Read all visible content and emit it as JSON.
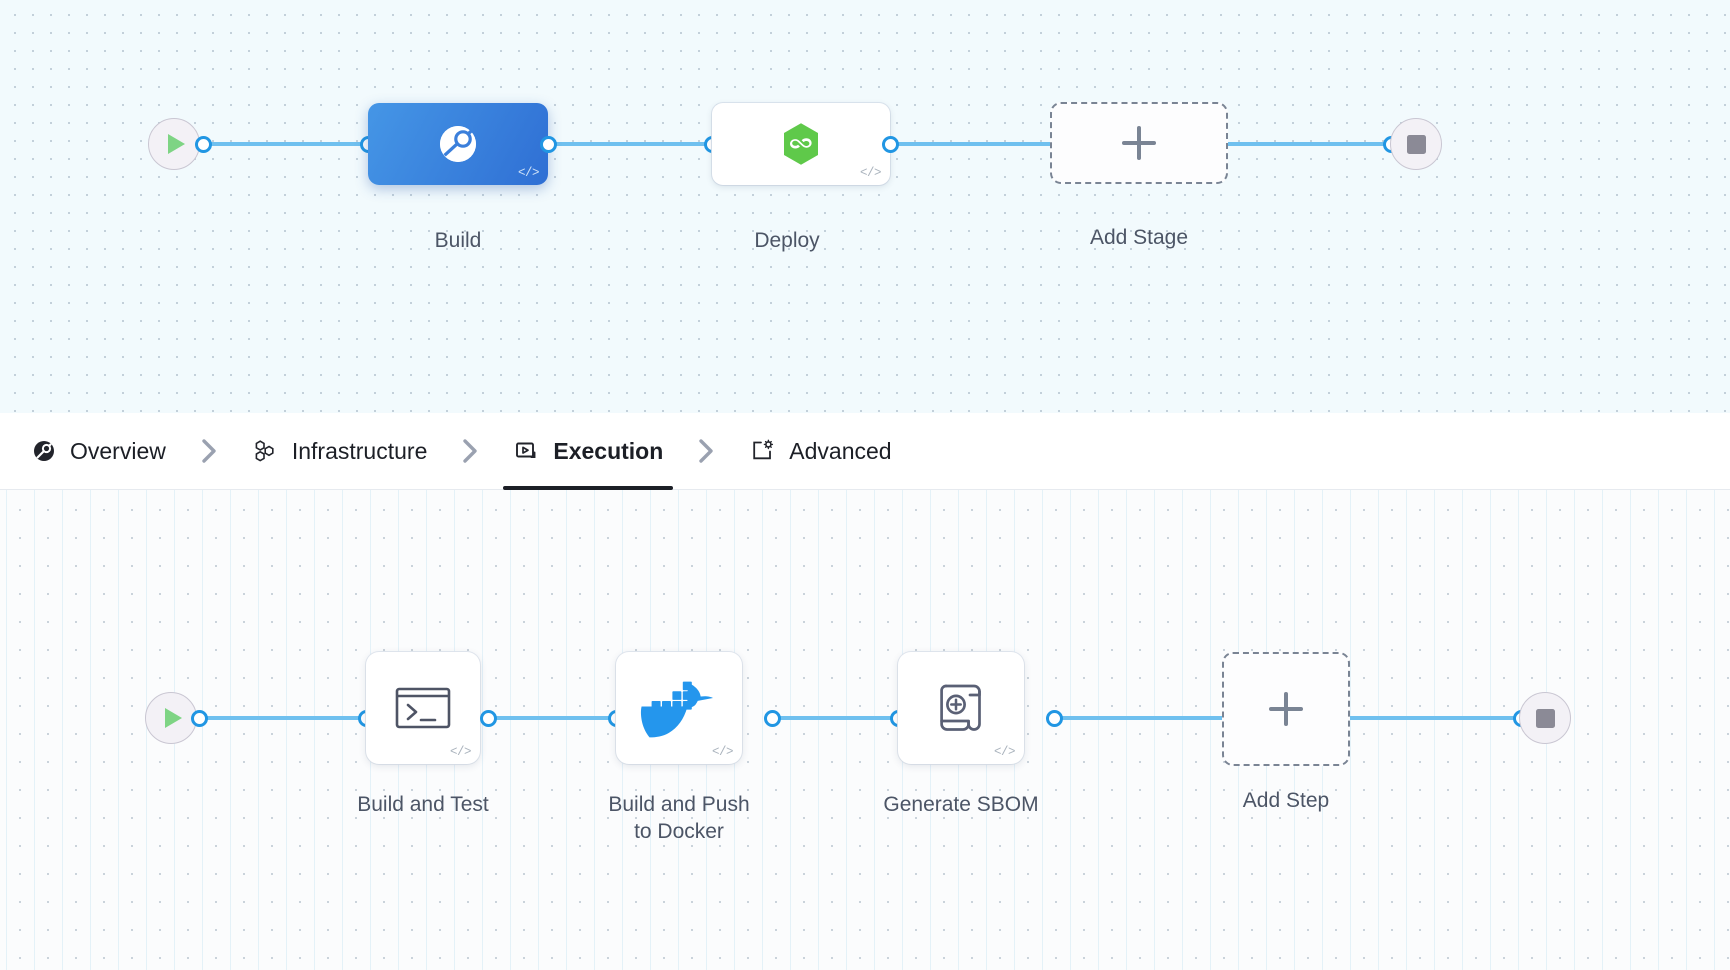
{
  "stage_graph": {
    "start_node": {
      "icon": "play-icon",
      "name": "pipeline-start"
    },
    "end_node": {
      "icon": "stop-icon",
      "name": "pipeline-end"
    },
    "stages": [
      {
        "label": "Build",
        "icon": "harness-ci-icon",
        "selected": true,
        "code_tag": "</>"
      },
      {
        "label": "Deploy",
        "icon": "harness-cd-icon",
        "selected": false,
        "code_tag": "</>"
      }
    ],
    "add_stage": {
      "label": "Add Stage",
      "icon": "plus-icon"
    }
  },
  "tabs": [
    {
      "label": "Overview",
      "icon": "overview-icon",
      "active": false
    },
    {
      "label": "Infrastructure",
      "icon": "infrastructure-icon",
      "active": false
    },
    {
      "label": "Execution",
      "icon": "execution-icon",
      "active": true
    },
    {
      "label": "Advanced",
      "icon": "advanced-icon",
      "active": false
    }
  ],
  "tab_separator_icon": "chevron-right-icon",
  "step_graph": {
    "start_node": {
      "icon": "play-icon",
      "name": "execution-start"
    },
    "end_node": {
      "icon": "stop-icon",
      "name": "execution-end"
    },
    "steps": [
      {
        "label": "Build and Test",
        "icon": "terminal-icon",
        "code_tag": "</>"
      },
      {
        "label": "Build and Push\nto Docker",
        "icon": "docker-icon",
        "code_tag": "</>"
      },
      {
        "label": "Generate SBOM",
        "icon": "sbom-scroll-icon",
        "code_tag": "</>"
      }
    ],
    "add_step": {
      "label": "Add Step",
      "icon": "plus-icon"
    }
  },
  "colors": {
    "link": "#6fc0ef",
    "port_ring": "#2196e3",
    "selected_stage": "#3a86dd",
    "deploy_icon": "#5fc94a",
    "docker_blue": "#2496ed",
    "text": "#4c5566"
  }
}
